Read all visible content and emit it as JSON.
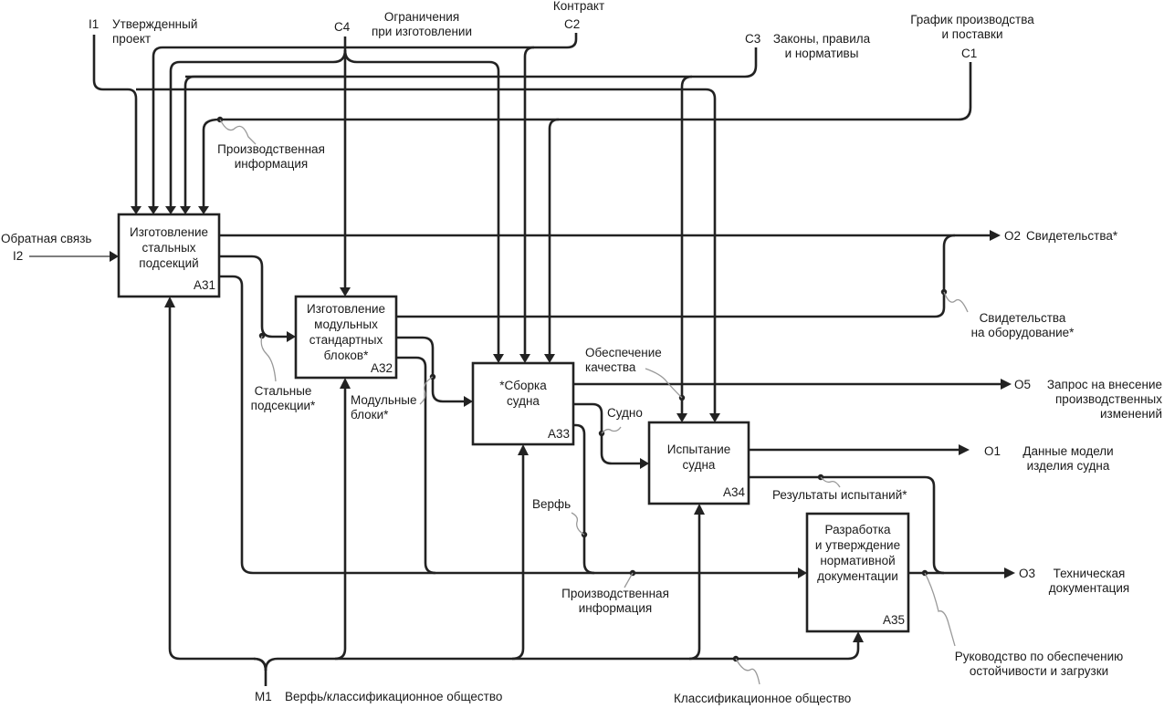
{
  "diagram": {
    "type": "IDEF0",
    "activities": [
      {
        "id": "A31",
        "title": "Изготовление\nстальных\nподсекций"
      },
      {
        "id": "A32",
        "title": "Изготовление\nмодульных\nстандартных\nблоков*"
      },
      {
        "id": "A33",
        "title": "*Сборка\nсудна"
      },
      {
        "id": "A34",
        "title": "Испытание\nсудна"
      },
      {
        "id": "A35",
        "title": "Разработка\nи утверждение\nнормативной\nдокументации"
      }
    ],
    "inputs": [
      {
        "code": "I1",
        "label": "Утвержденный\nпроект"
      },
      {
        "code": "I2",
        "label": "Обратная связь"
      }
    ],
    "controls": [
      {
        "code": "C1",
        "label": "График производства\nи поставки"
      },
      {
        "code": "C2",
        "label": "Контракт"
      },
      {
        "code": "C3",
        "label": "Законы, правила\nи нормативы"
      },
      {
        "code": "C4",
        "label": "Ограничения\nпри изготовлении"
      }
    ],
    "outputs": [
      {
        "code": "O1",
        "label": "Данные модели\nизделия судна"
      },
      {
        "code": "O2",
        "label": "Свидетельства*"
      },
      {
        "code": "O3",
        "label": "Техническая\nдокументация"
      },
      {
        "code": "O5",
        "label": "Запрос на внесение\nпроизводственных\nизменений"
      }
    ],
    "mechanisms": [
      {
        "code": "M1",
        "label": "Верфь/классификационное общество"
      }
    ],
    "internal_labels": {
      "production_info_top": "Производственная\nинформация",
      "steel_subsections": "Стальные\nподсекции*",
      "modular_blocks": "Модульные\nблоки*",
      "quality_assurance": "Обеспечение\nкачества",
      "vessel": "Судно",
      "shipyard": "Верфь",
      "production_info_bottom": "Производственная\nинформация",
      "test_results": "Результаты испытаний*",
      "equipment_certificates": "Свидетельства\nна оборудование*",
      "stability_guide": "Руководство по обеспечению\nостойчивости и загрузки",
      "classification_society": "Классификационное общество"
    }
  }
}
